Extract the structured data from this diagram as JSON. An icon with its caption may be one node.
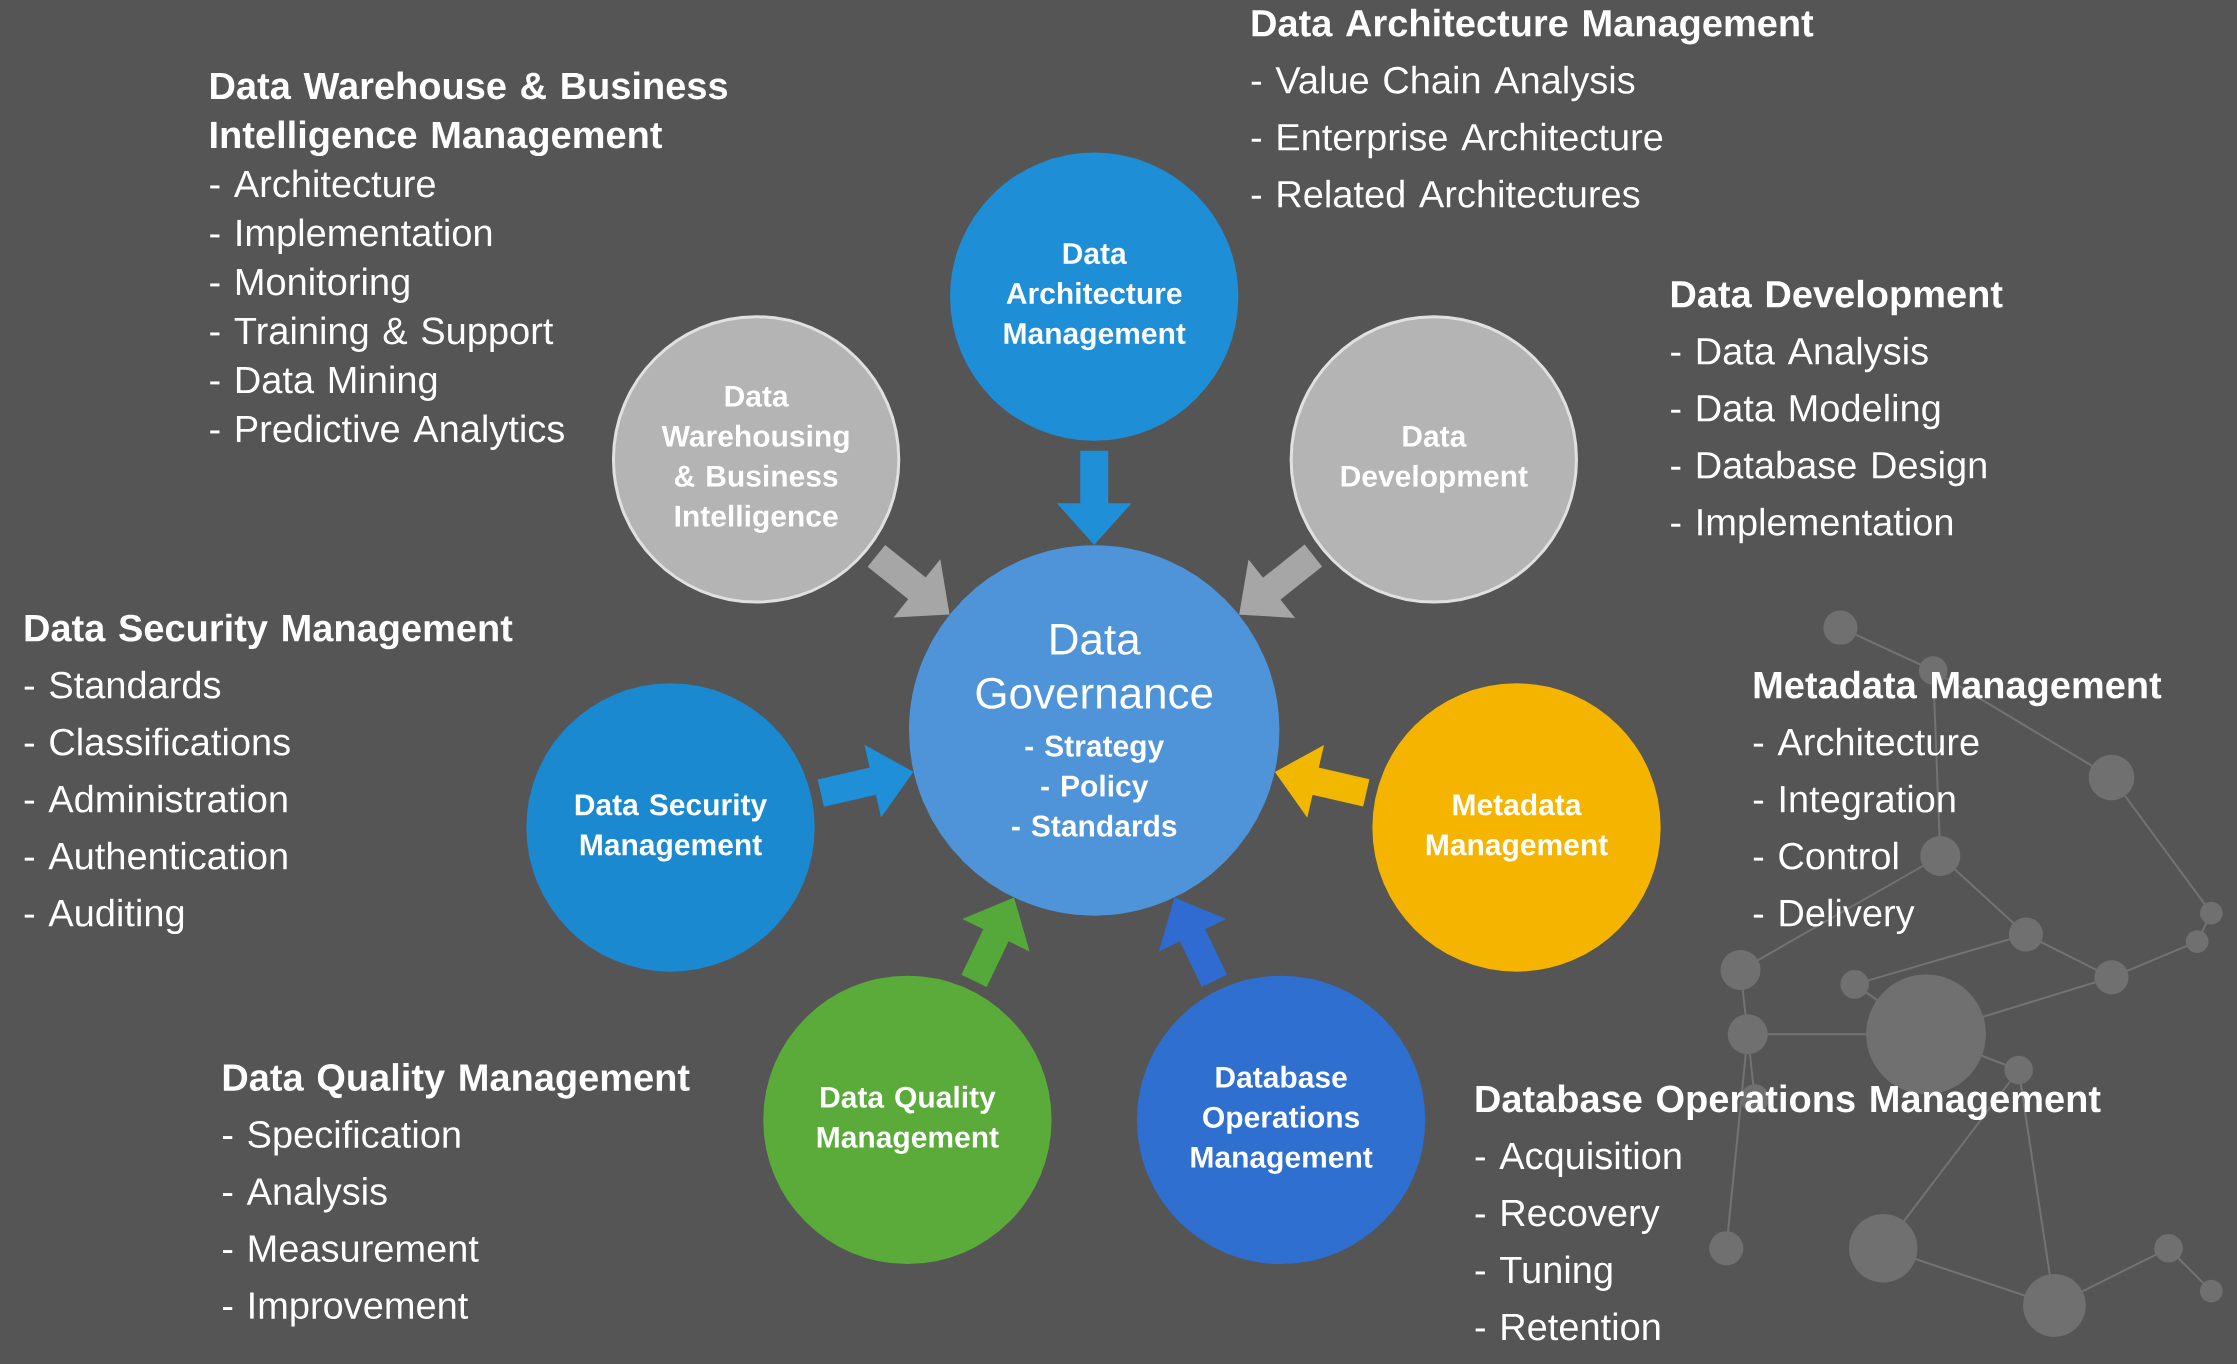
{
  "diagram": {
    "nodes": [
      {
        "text": [
          "Data Architecture Management"
        ],
        "beside": [
          "Data Architecture Management",
          "- Value Chain Analysis",
          "- Enterprise Architecture",
          "- Related Architectures"
        ]
      },
      {
        "text": [
          "Data Warehousing & Business Intelligence"
        ],
        "beside": [
          "Data Warehouse & Business Intelligence Management",
          "- Architecture",
          "- Implementation",
          "- Monitoring",
          "- Training & Support",
          "- Data Mining",
          "- Predictive Analytics"
        ]
      },
      {
        "text": [
          "Data Development"
        ],
        "beside": [
          "Data Development",
          "- Data Analysis",
          "- Data Modeling",
          "- Database Design",
          "- Implementation"
        ]
      },
      {
        "text": [
          "Data Governance",
          "- Strategy",
          "- Policy",
          "- Standards"
        ]
      },
      {
        "text": [
          "Data Security Management"
        ],
        "beside": [
          "Data Security Management",
          "- Standards",
          "- Classifications",
          "- Administration",
          "- Authentication",
          "- Auditing"
        ]
      },
      {
        "text": [
          "Metadata Management"
        ],
        "beside": [
          "Metadata Management",
          "- Architecture",
          "- Integration",
          "- Control",
          "- Delivery"
        ]
      },
      {
        "text": [
          "Data Quality Management"
        ],
        "beside": [
          "Data Quality Management",
          "- Specification",
          "- Analysis",
          "- Measurement",
          "- Improvement"
        ]
      },
      {
        "text": [
          "Database Operations Management"
        ],
        "beside": [
          "Database Operations Management",
          "- Acquisition",
          "- Recovery",
          "- Tuning",
          "- Retention"
        ]
      }
    ],
    "edges": [
      {
        "from": 0,
        "to": 3,
        "arrow": "to",
        "color": "#1f8fd8"
      },
      {
        "from": 1,
        "to": 3,
        "arrow": "to",
        "color": "#a6a6a6"
      },
      {
        "from": 2,
        "to": 3,
        "arrow": "to",
        "color": "#a6a6a6"
      },
      {
        "from": 4,
        "to": 3,
        "arrow": "to",
        "color": "#1f8fd8"
      },
      {
        "from": 5,
        "to": 3,
        "arrow": "to",
        "color": "#f2b800"
      },
      {
        "from": 6,
        "to": 3,
        "arrow": "to",
        "color": "#55a83a"
      },
      {
        "from": 7,
        "to": 3,
        "arrow": "to",
        "color": "#2f6bd0"
      }
    ]
  }
}
